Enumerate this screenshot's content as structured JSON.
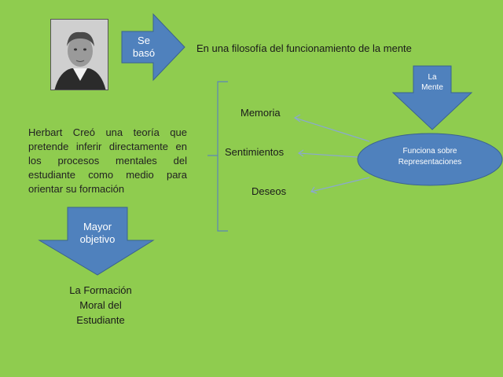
{
  "portrait": {
    "label": "Herbart portrait"
  },
  "arrow_top": {
    "line1": "Se",
    "line2": "basó"
  },
  "heading": "En una filosofía del funcionamiento de la mente",
  "arrow_right": {
    "line1": "La",
    "line2": "Mente"
  },
  "oval": {
    "line1": "Funciona sobre",
    "line2": "Representaciones"
  },
  "branches": [
    "Memoria",
    "Sentimientos",
    "Deseos"
  ],
  "description": "Herbart  Creó una teoría que pretende inferir directamente en los procesos mentales del estudiante como medio para orientar su formación",
  "arrow_bottom": {
    "line1": "Mayor",
    "line2": "objetivo"
  },
  "result": {
    "line1": "La Formación",
    "line2": "Moral del",
    "line3": "Estudiante"
  },
  "colors": {
    "background": "#8fcc4f",
    "shape_fill": "#4f81bd",
    "shape_stroke": "#3a6290",
    "bracket": "#5b86b8",
    "connector": "#8aa8d0"
  }
}
